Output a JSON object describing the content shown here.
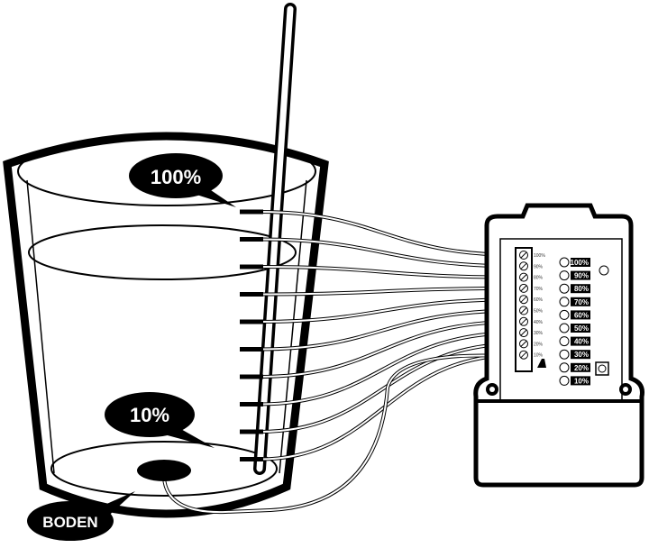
{
  "callouts": {
    "top": "100%",
    "bottom": "10%",
    "ground": "BODEN"
  },
  "terminal_labels": [
    "100%",
    "90%",
    "80%",
    "70%",
    "60%",
    "50%",
    "40%",
    "30%",
    "20%",
    "10%"
  ],
  "led_labels": [
    "100%",
    "90%",
    "80%",
    "70%",
    "60%",
    "50%",
    "40%",
    "30%",
    "20%",
    "10%"
  ]
}
